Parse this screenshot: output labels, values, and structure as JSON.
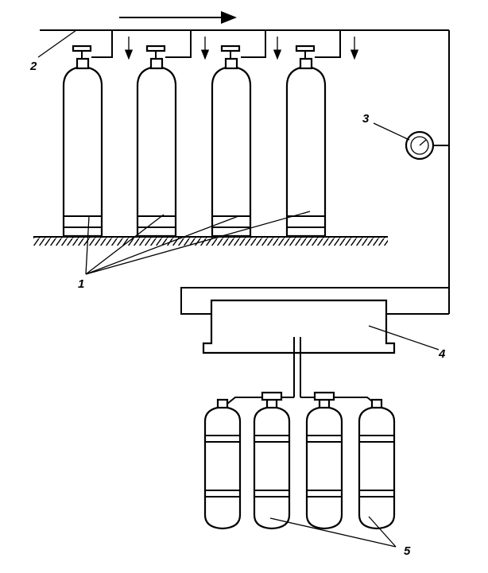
{
  "labels": {
    "cylinders": "1",
    "manifold": "2",
    "gauge": "3",
    "ramp": "4",
    "charged_cylinders": "5"
  },
  "colors": {
    "line": "#000000",
    "background": "#ffffff"
  },
  "icons": [
    "pressure-gauge-icon",
    "flow-arrow-icon",
    "gas-cylinder-icon",
    "valve-icon",
    "ground-hatch-icon"
  ]
}
